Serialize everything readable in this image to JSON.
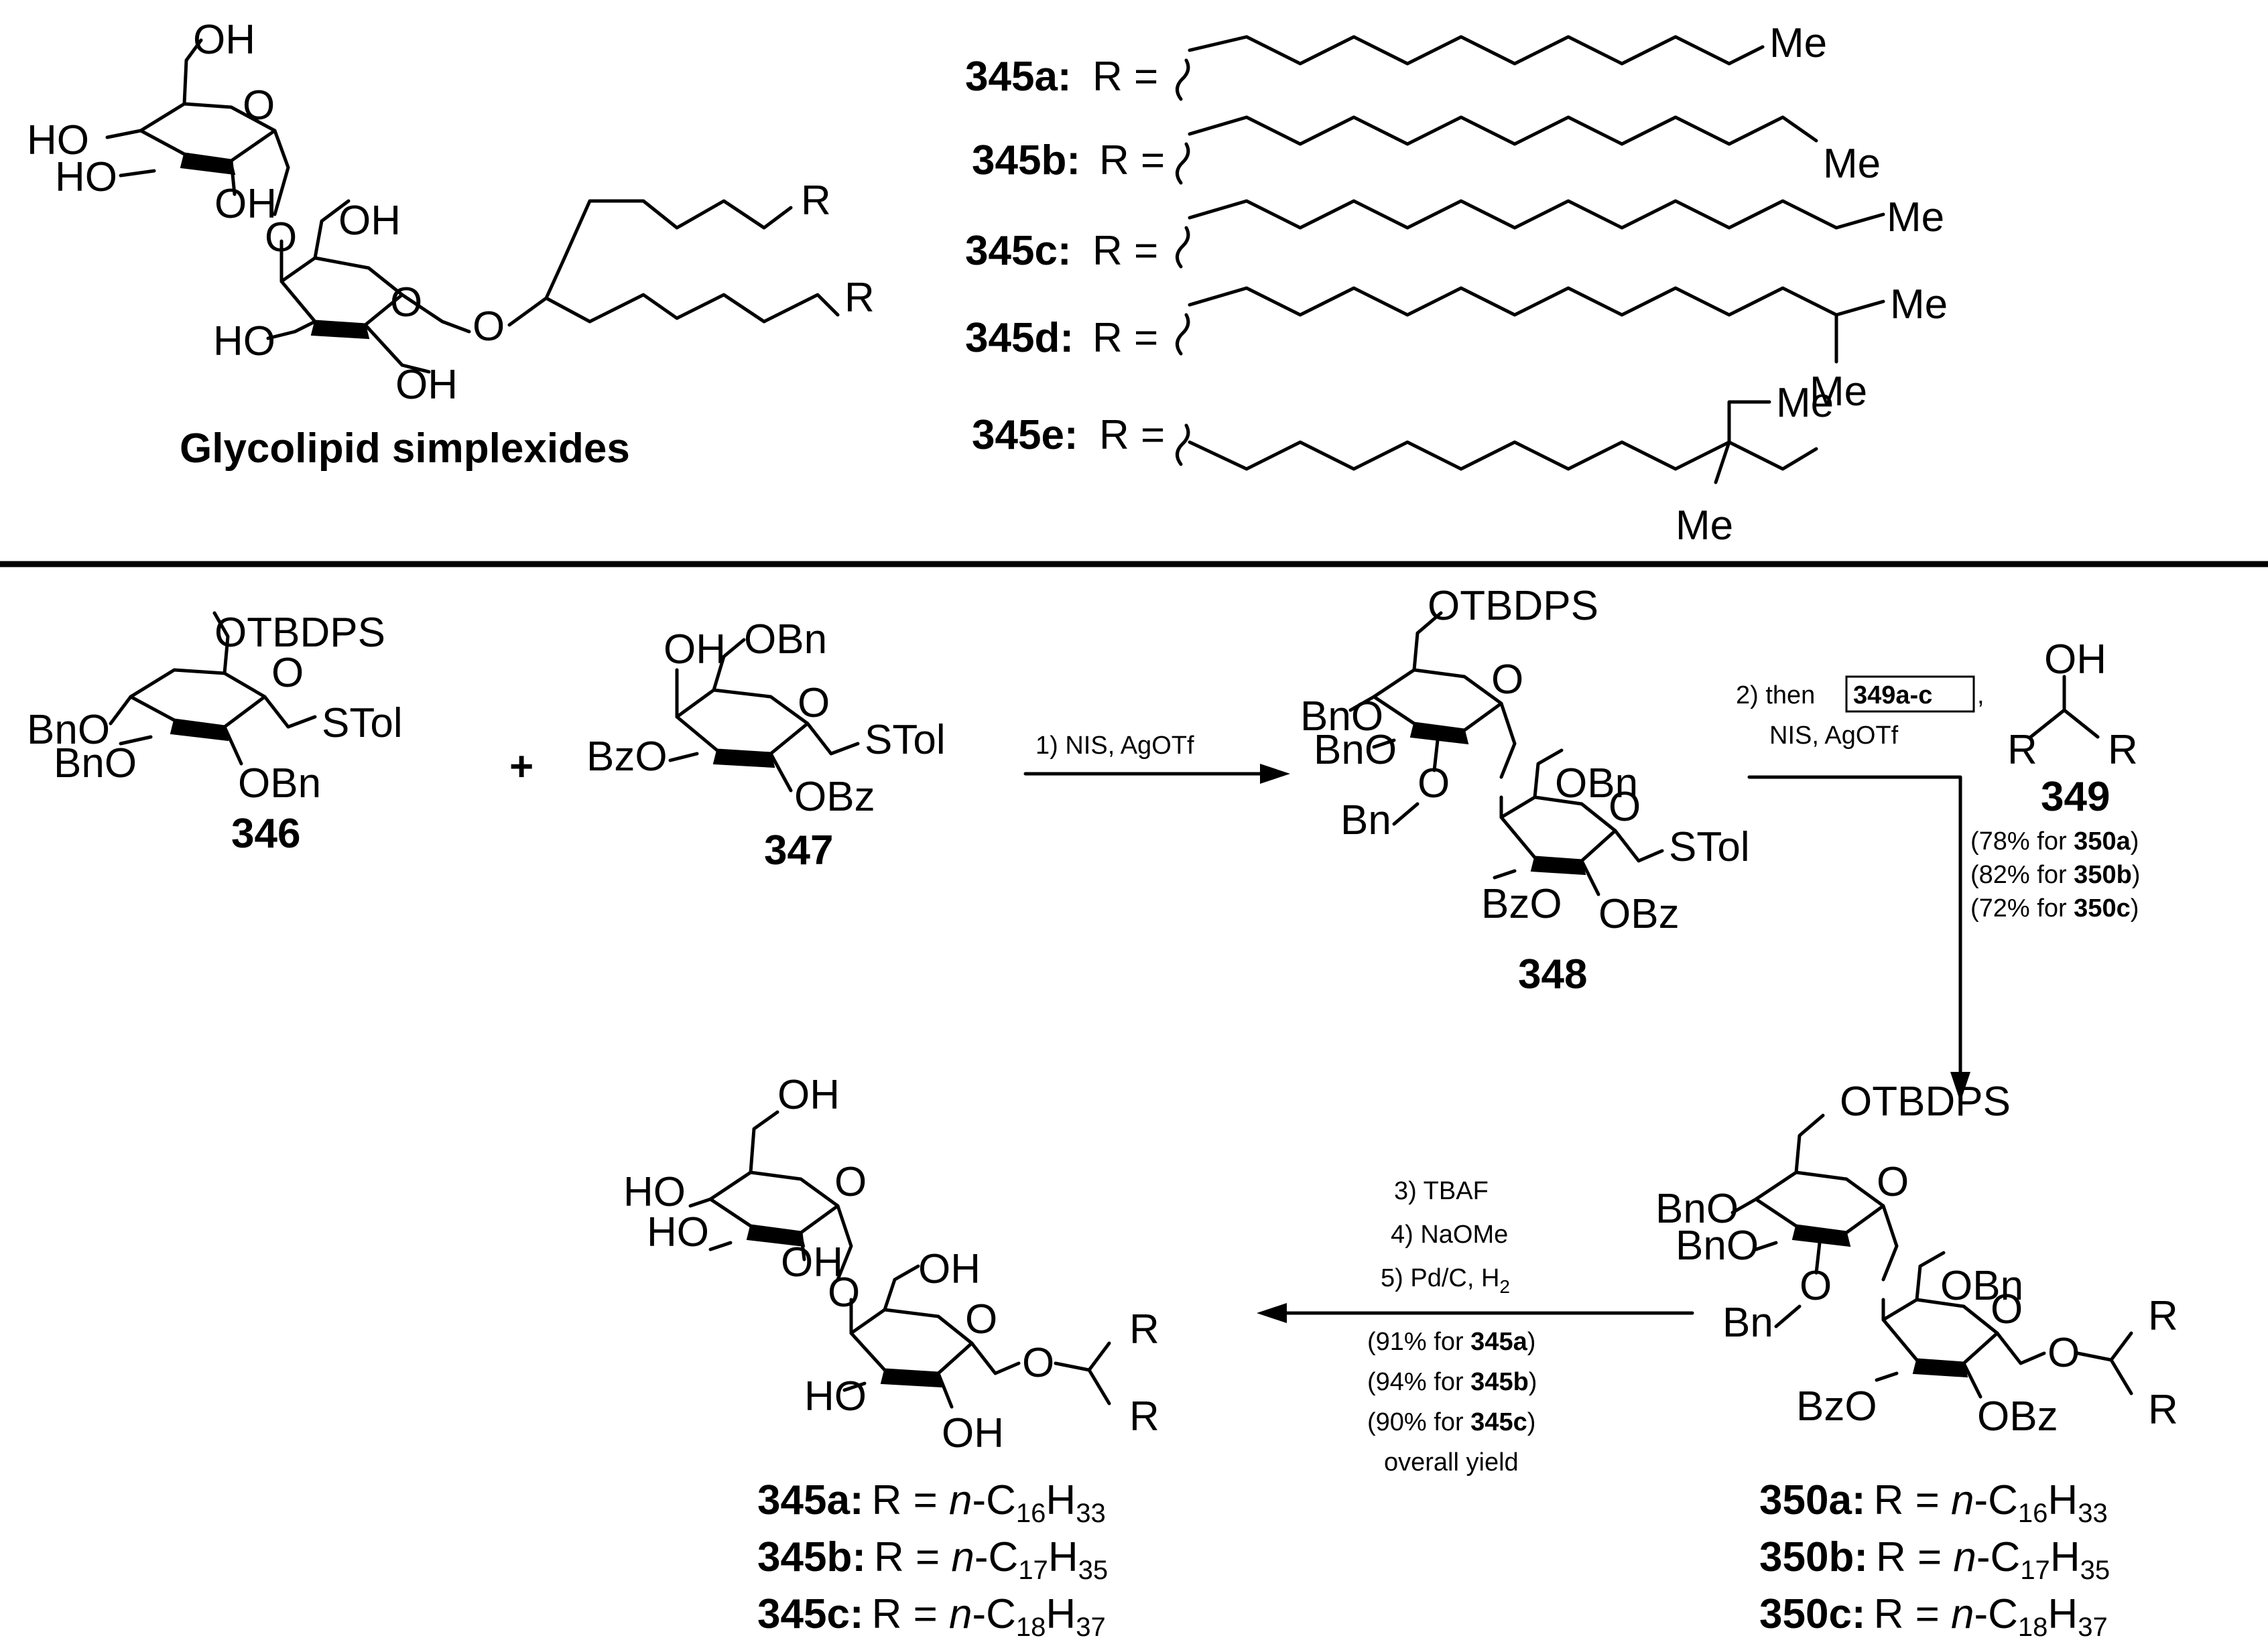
{
  "glycolipid": {
    "title": "Glycolipid simplexides",
    "labels": [
      "OH",
      "HO",
      "O",
      "HO",
      "OH",
      "O",
      "OH",
      "O",
      "HO",
      "OH",
      "O",
      "R",
      "R"
    ]
  },
  "r_groups": [
    {
      "id": "345a:",
      "prefix": "R =",
      "end": "Me"
    },
    {
      "id": "345b:",
      "prefix": "R =",
      "end": "Me"
    },
    {
      "id": "345c:",
      "prefix": "R =",
      "end": "Me"
    },
    {
      "id": "345d:",
      "prefix": "R =",
      "end": "Me",
      "branch": "Me"
    },
    {
      "id": "345e:",
      "prefix": "R =",
      "end": "Me",
      "branch": "Me"
    }
  ],
  "compounds": {
    "c346": {
      "id": "346",
      "labels": [
        "OTBDPS",
        "BnO",
        "O",
        "STol",
        "BnO",
        "OBn"
      ]
    },
    "c347": {
      "id": "347",
      "labels": [
        "OH",
        "OBn",
        "BzO",
        "O",
        "STol",
        "OBz"
      ]
    },
    "c348": {
      "id": "348",
      "labels": [
        "OTBDPS",
        "BnO",
        "O",
        "BnO",
        "O",
        "Bn",
        "OBn",
        "O",
        "STol",
        "BzO",
        "OBz"
      ]
    },
    "c349": {
      "id": "349",
      "labels": [
        "OH",
        "R",
        "R"
      ]
    },
    "c350": {
      "labels": [
        "OTBDPS",
        "BnO",
        "O",
        "BnO",
        "O",
        "Bn",
        "OBn",
        "O",
        "O",
        "R",
        "R",
        "BzO",
        "OBz"
      ]
    },
    "c345": {
      "labels": [
        "OH",
        "HO",
        "O",
        "HO",
        "OH",
        "O",
        "OH",
        "O",
        "O",
        "R",
        "R",
        "HO",
        "OH"
      ]
    }
  },
  "plus": "+",
  "steps": {
    "s1": "1) NIS, AgOTf",
    "s2_prefix": "2) then",
    "s2_box": "349a-c",
    "s2_suffix": ",",
    "s2_line2": "NIS, AgOTf",
    "s345": [
      "3) TBAF",
      "4) NaOMe",
      "5) Pd/C, H"
    ]
  },
  "yields_350": [
    {
      "pre": "(78% for ",
      "id": "350a",
      "post": ")"
    },
    {
      "pre": "(82% for ",
      "id": "350b",
      "post": ")"
    },
    {
      "pre": "(72% for ",
      "id": "350c",
      "post": ")"
    }
  ],
  "yields_345": [
    {
      "pre": "(91% for ",
      "id": "345a",
      "post": ")"
    },
    {
      "pre": "(94% for ",
      "id": "345b",
      "post": ")"
    },
    {
      "pre": "(90% for ",
      "id": "345c",
      "post": ")"
    }
  ],
  "overall": "overall yield",
  "formulas": {
    "p345": [
      {
        "id": "345a:",
        "pre": "R = ",
        "n": "n",
        "c": "-C",
        "cs": "16",
        "h": "H",
        "hs": "33"
      },
      {
        "id": "345b:",
        "pre": "R = ",
        "n": "n",
        "c": "-C",
        "cs": "17",
        "h": "H",
        "hs": "35"
      },
      {
        "id": "345c:",
        "pre": "R = ",
        "n": "n",
        "c": "-C",
        "cs": "18",
        "h": "H",
        "hs": "37"
      }
    ],
    "p350": [
      {
        "id": "350a:",
        "pre": "R = ",
        "n": "n",
        "c": "-C",
        "cs": "16",
        "h": "H",
        "hs": "33"
      },
      {
        "id": "350b:",
        "pre": "R = ",
        "n": "n",
        "c": "-C",
        "cs": "17",
        "h": "H",
        "hs": "35"
      },
      {
        "id": "350c:",
        "pre": "R = ",
        "n": "n",
        "c": "-C",
        "cs": "18",
        "h": "H",
        "hs": "37"
      }
    ]
  }
}
